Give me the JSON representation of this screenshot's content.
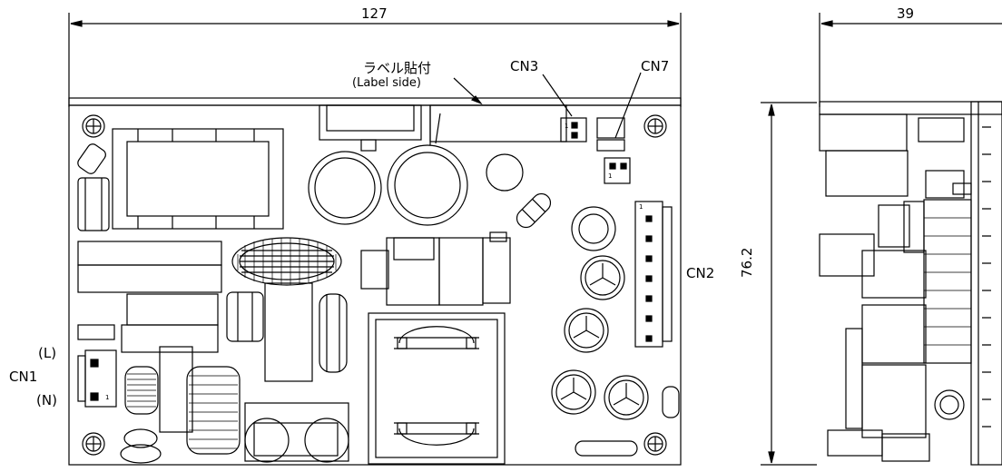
{
  "dimensions": {
    "width_front": "127",
    "width_side": "39",
    "height_side": "76.2"
  },
  "labels": {
    "label_jp": "ラベル貼付",
    "label_en": "(Label side)",
    "cn1": "CN1",
    "cn1_l": "(L)",
    "cn1_n": "(N)",
    "cn2": "CN2",
    "cn3": "CN3",
    "cn7": "CN7",
    "pin1": "1"
  }
}
